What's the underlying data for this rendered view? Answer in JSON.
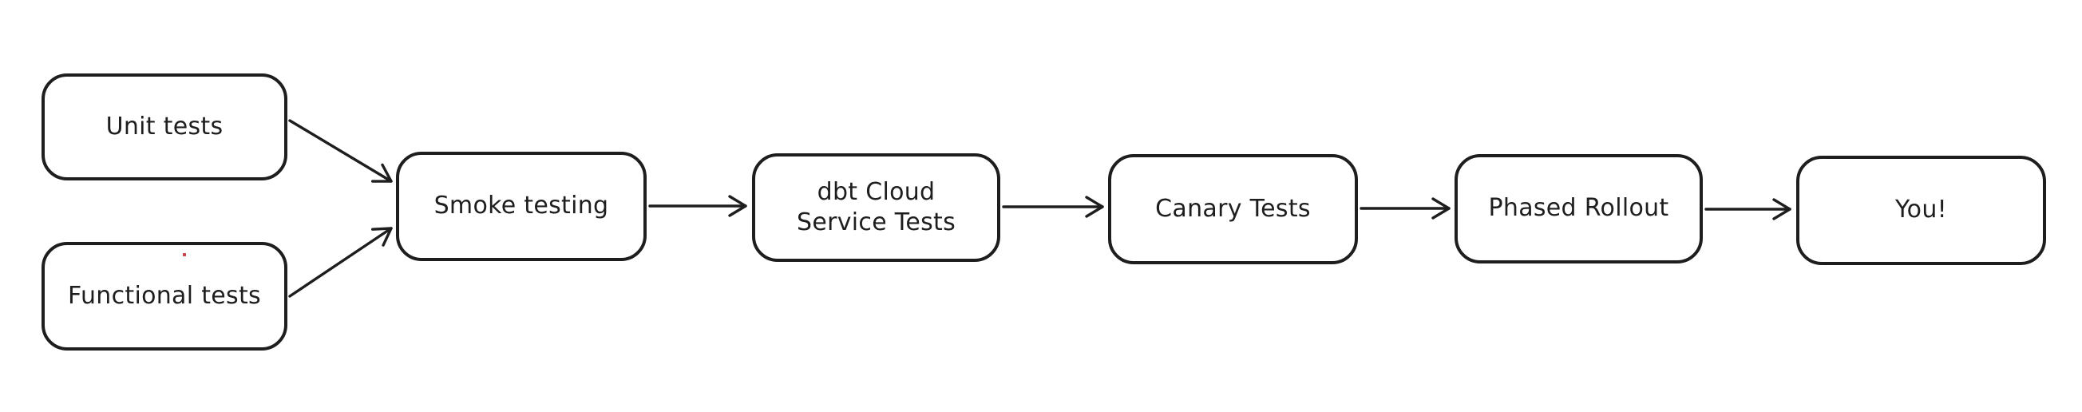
{
  "style": {
    "background": "#ffffff",
    "stroke_color": "#1e1e1e",
    "text_color": "#1e1e1e",
    "node_fill": "#ffffff",
    "artifact_dot_color": "#c94747"
  },
  "diagram": {
    "type": "flowchart",
    "direction": "left-to-right",
    "nodes": [
      {
        "id": "unit-tests",
        "label": "Unit tests"
      },
      {
        "id": "functional-tests",
        "label": "Functional tests"
      },
      {
        "id": "smoke-testing",
        "label": "Smoke testing"
      },
      {
        "id": "dbt-cloud-service-tests",
        "label": "dbt Cloud\nService Tests"
      },
      {
        "id": "canary-tests",
        "label": "Canary Tests"
      },
      {
        "id": "phased-rollout",
        "label": "Phased Rollout"
      },
      {
        "id": "you",
        "label": "You!"
      }
    ],
    "edges": [
      {
        "from": "unit-tests",
        "to": "smoke-testing"
      },
      {
        "from": "functional-tests",
        "to": "smoke-testing"
      },
      {
        "from": "smoke-testing",
        "to": "dbt-cloud-service-tests"
      },
      {
        "from": "dbt-cloud-service-tests",
        "to": "canary-tests"
      },
      {
        "from": "canary-tests",
        "to": "phased-rollout"
      },
      {
        "from": "phased-rollout",
        "to": "you"
      }
    ]
  }
}
